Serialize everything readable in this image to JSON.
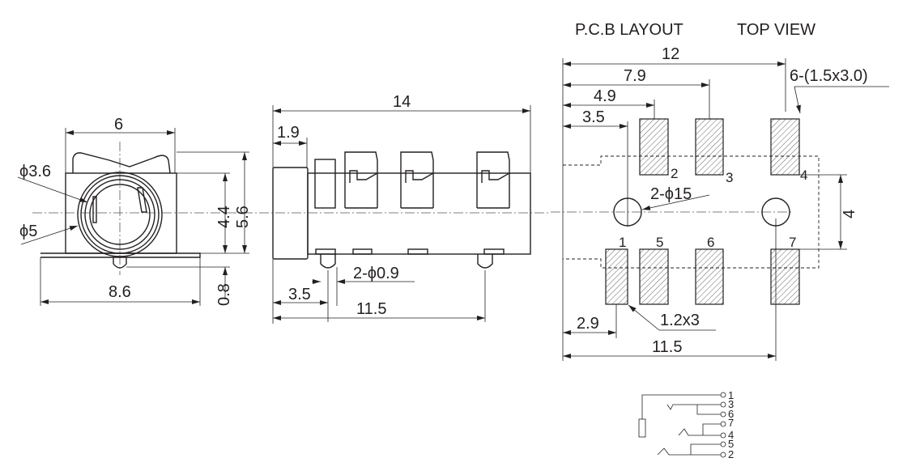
{
  "titles": {
    "pcb_layout": "P.C.B LAYOUT",
    "top_view": "TOP VIEW"
  },
  "front_view": {
    "width": "6",
    "inner_dia": "ϕ3.6",
    "outer_dia": "ϕ5",
    "height_inner": "4.4",
    "height_outer": "5.6",
    "base_width": "8.6",
    "peg_height": "0.8"
  },
  "side_view": {
    "length": "14",
    "cap_length": "1.9",
    "peg_dia": "2-ϕ0.9",
    "peg_offset": "3.5",
    "peg_spacing": "11.5"
  },
  "pcb": {
    "overall": "12",
    "dim_7_9": "7.9",
    "dim_4_9": "4.9",
    "dim_3_5": "3.5",
    "pad_note": "6-(1.5x3.0)",
    "hole_note": "2-ϕ15",
    "pad1_note": "1.2x3",
    "dim_2_9": "2.9",
    "dim_11_5": "11.5",
    "row_spacing": "4",
    "pins": [
      "1",
      "2",
      "3",
      "4",
      "5",
      "6",
      "7"
    ]
  },
  "schematic": {
    "pins": [
      "1",
      "3",
      "6",
      "7",
      "4",
      "5",
      "2"
    ]
  }
}
